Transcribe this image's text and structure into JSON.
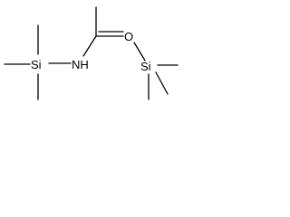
{
  "molecule": {
    "atoms": {
      "si_left": "Si",
      "n": "NH",
      "o": "O",
      "si_right": "Si"
    },
    "colors": {
      "bond": "#000000",
      "label": "#000000",
      "background": "#ffffff"
    }
  }
}
